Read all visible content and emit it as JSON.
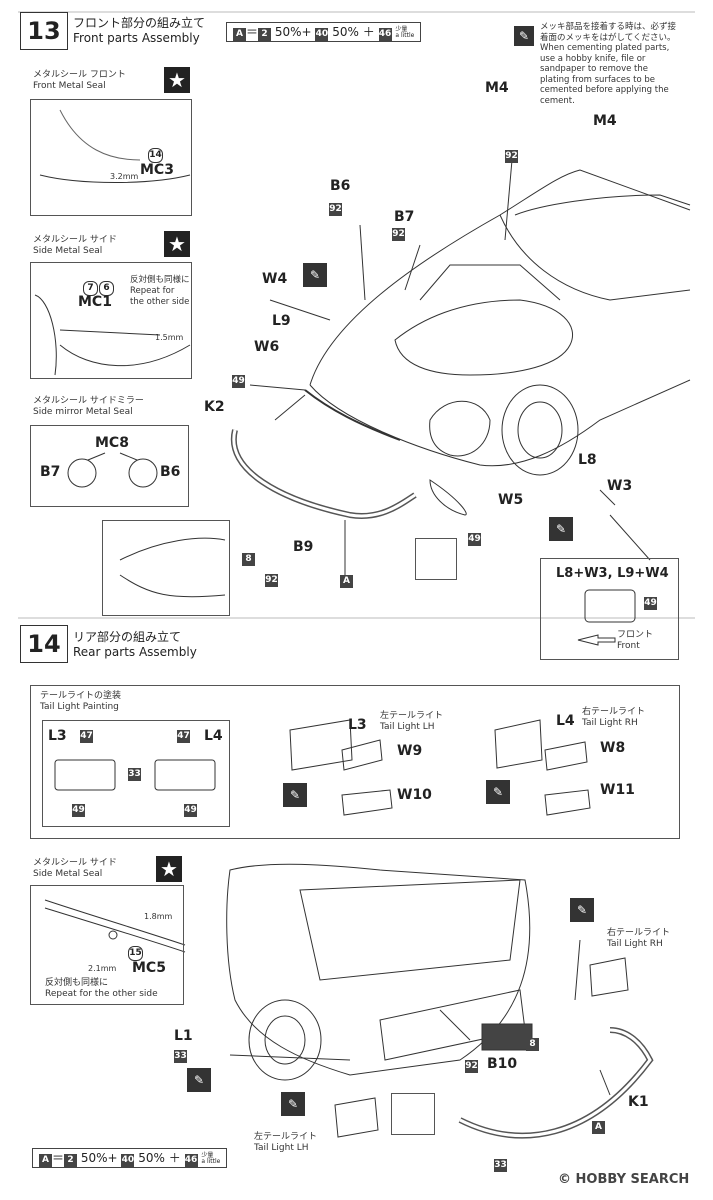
{
  "step13": {
    "number": "13",
    "title_jp": "フロント部分の組み立て",
    "title_en": "Front parts Assembly",
    "paint": {
      "a": "A",
      "eq": "＝",
      "c1": "2",
      "p1": "50%+",
      "c2": "40",
      "p2": "50% ＋",
      "c3": "46",
      "little_jp": "少量",
      "little_en": "a little"
    },
    "plating_note_jp": "メッキ部品を接着する時は、必ず接着面のメッキをはがしてください。",
    "plating_note_en": "When cementing plated parts, use a hobby knife, file or sandpaper to remove the plating from surfaces to be cemented before applying the cement.",
    "front_seal": {
      "title_jp": "メタルシール フロント",
      "title_en": "Front Metal Seal",
      "num": "14",
      "part": "MC3",
      "dim": "3.2mm"
    },
    "side_seal": {
      "title_jp": "メタルシール サイド",
      "title_en": "Side Metal Seal",
      "num1": "7",
      "num2": "6",
      "part": "MC1",
      "repeat_jp": "反対側も同様に",
      "repeat_en1": "Repeat for",
      "repeat_en2": "the other side",
      "dim": "1.5mm"
    },
    "mirror_seal": {
      "title_jp": "メタルシール サイドミラー",
      "title_en": "Side mirror Metal Seal",
      "part": "MC8",
      "left": "B7",
      "right": "B6"
    },
    "parts": {
      "m4a": "M4",
      "m4b": "M4",
      "b6": "B6",
      "b7": "B7",
      "w4": "W4",
      "l9": "L9",
      "w6": "W6",
      "k2": "K2",
      "b9": "B9",
      "w5": "W5",
      "l8": "L8",
      "w3": "W3",
      "c92a": "92",
      "c92b": "92",
      "c92c": "92",
      "c92d": "92",
      "c49a": "49",
      "c49b": "49",
      "c8": "8",
      "ca": "A"
    },
    "lens": {
      "title": "L8+W3, L9+W4",
      "color": "49",
      "front_jp": "フロント",
      "front_en": "Front"
    }
  },
  "step14": {
    "number": "14",
    "title_jp": "リア部分の組み立て",
    "title_en": "Rear parts Assembly",
    "tail_painting": {
      "title_jp": "テールライトの塗装",
      "title_en": "Tail Light Painting",
      "l3": "L3",
      "l4": "L4",
      "c47a": "47",
      "c47b": "47",
      "c33": "33",
      "c49a": "49",
      "c49b": "49"
    },
    "lh": {
      "part": "L3",
      "title_jp": "左テールライト",
      "title_en": "Tail Light  LH",
      "w9": "W9",
      "w10": "W10"
    },
    "rh": {
      "part": "L4",
      "title_jp": "右テールライト",
      "title_en": "Tail Light  RH",
      "w8": "W8",
      "w11": "W11"
    },
    "side_seal": {
      "title_jp": "メタルシール サイド",
      "title_en": "Side Metal Seal",
      "num": "15",
      "part": "MC5",
      "dim1": "1.8mm",
      "dim2": "2.1mm",
      "repeat_jp": "反対側も同様に",
      "repeat_en": "Repeat for the other side"
    },
    "parts": {
      "l1": "L1",
      "c33a": "33",
      "c92": "92",
      "b10": "B10",
      "c8": "8",
      "k1": "K1",
      "ca": "A",
      "c33b": "33"
    },
    "rh_label_jp": "右テールライト",
    "rh_label_en": "Tail Light  RH",
    "lh_label_jp": "左テールライト",
    "lh_label_en": "Tail Light  LH",
    "paint": {
      "a": "A",
      "eq": "＝",
      "c1": "2",
      "p1": "50%+",
      "c2": "40",
      "p2": "50% ＋",
      "c3": "46",
      "little_jp": "少量",
      "little_en": "a little"
    }
  },
  "watermark": "HOBBY SEARCH",
  "watermark_copy": "©"
}
